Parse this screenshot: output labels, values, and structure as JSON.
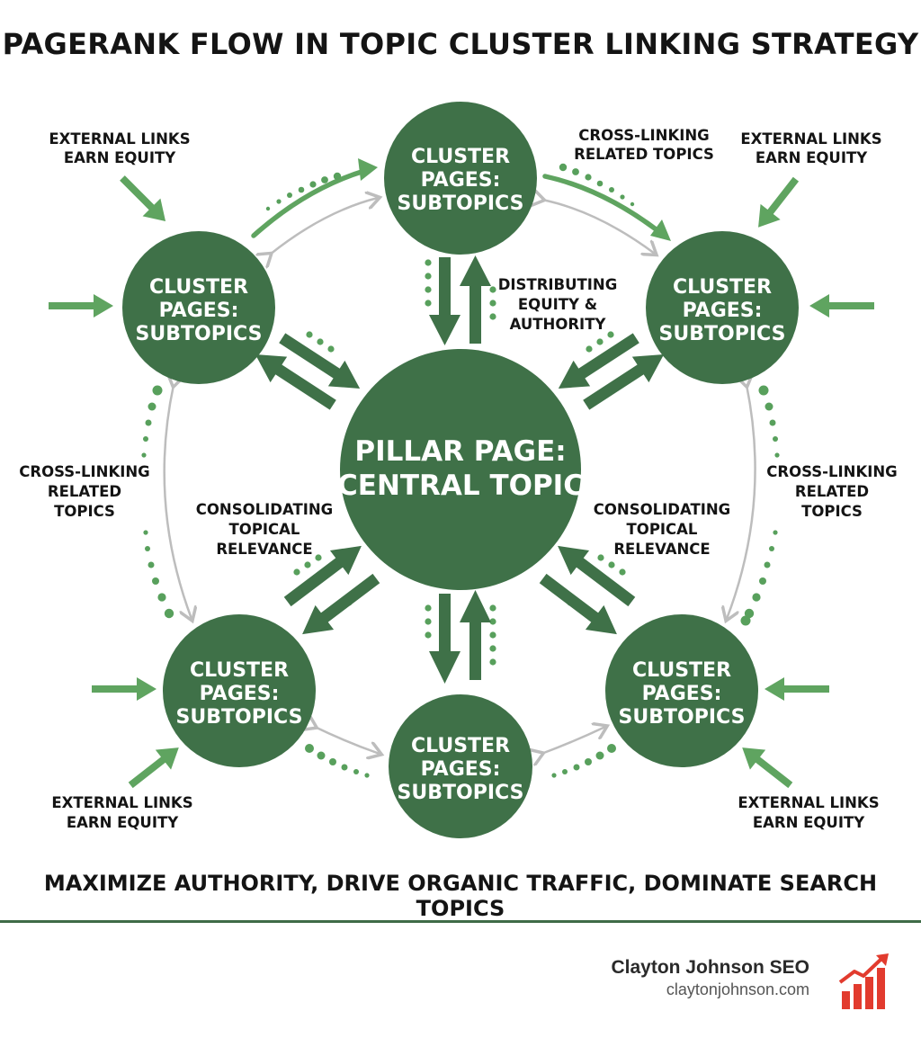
{
  "title": "PAGERANK FLOW IN TOPIC CLUSTER LINKING STRATEGY",
  "colors": {
    "node": "#3f7148",
    "arrow_dark": "#3f7148",
    "arrow_light": "#5fa460",
    "dots": "#58a05c",
    "grey": "#bdbdbd",
    "rule": "#3f6b47",
    "logo": "#e23b2e"
  },
  "pillar": {
    "line1": "PILLAR PAGE:",
    "line2": "CENTRAL TOPIC"
  },
  "clusters": [
    {
      "id": "top",
      "lines": [
        "CLUSTER",
        "PAGES:",
        "SUBTOPICS"
      ]
    },
    {
      "id": "upper-left",
      "lines": [
        "CLUSTER",
        "PAGES:",
        "SUBTOPICS"
      ]
    },
    {
      "id": "upper-right",
      "lines": [
        "CLUSTER",
        "PAGES:",
        "SUBTOPICS"
      ]
    },
    {
      "id": "lower-left",
      "lines": [
        "CLUSTER",
        "PAGES:",
        "SUBTOPICS"
      ]
    },
    {
      "id": "lower-right",
      "lines": [
        "CLUSTER",
        "PAGES:",
        "SUBTOPICS"
      ]
    },
    {
      "id": "bottom",
      "lines": [
        "CLUSTER",
        "PAGES:",
        "SUBTOPICS"
      ]
    }
  ],
  "labels": {
    "ext_top_left": [
      "EXTERNAL LINKS",
      "EARN EQUITY"
    ],
    "ext_top_right": [
      "EXTERNAL LINKS",
      "EARN EQUITY"
    ],
    "ext_bottom_left": [
      "EXTERNAL LINKS",
      "EARN EQUITY"
    ],
    "ext_bottom_right": [
      "EXTERNAL LINKS",
      "EARN EQUITY"
    ],
    "cross_top": [
      "CROSS-LINKING",
      "RELATED TOPICS"
    ],
    "cross_left": [
      "CROSS-LINKING",
      "RELATED",
      "TOPICS"
    ],
    "cross_right": [
      "CROSS-LINKING",
      "RELATED",
      "TOPICS"
    ],
    "distributing": [
      "DISTRIBUTING",
      "EQUITY &",
      "AUTHORITY"
    ],
    "consolidating_left": [
      "CONSOLIDATING",
      "TOPICAL",
      "RELEVANCE"
    ],
    "consolidating_right": [
      "CONSOLIDATING",
      "TOPICAL",
      "RELEVANCE"
    ]
  },
  "tagline": "MAXIMIZE AUTHORITY, DRIVE ORGANIC TRAFFIC, DOMINATE SEARCH TOPICS",
  "brand": {
    "name": "Clayton Johnson SEO",
    "url": "claytonjohnson.com",
    "logo_icon": "bar-chart-trend-icon"
  }
}
